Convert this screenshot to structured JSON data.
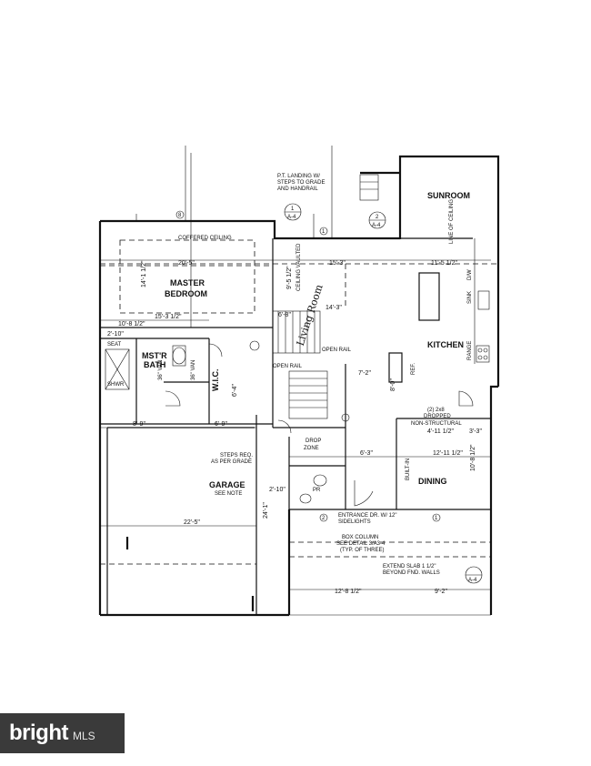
{
  "plan": {
    "rooms": {
      "sunroom": "SUNROOM",
      "master_bedroom_1": "MASTER",
      "master_bedroom_2": "BEDROOM",
      "master_bath_1": "MST'R",
      "master_bath_2": "BATH",
      "wic": "W.I.C.",
      "living_room": "Living Room",
      "kitchen": "KITCHEN",
      "garage": "GARAGE",
      "drop_zone_1": "DROP",
      "drop_zone_2": "ZONE",
      "dining": "DINING",
      "pr": "PR"
    },
    "notes": {
      "landing_1": "P.T. LANDING W/",
      "landing_2": "STEPS TO GRADE",
      "landing_3": "AND HANDRAIL",
      "coffered": "COFFERED CEILING",
      "vaulted": "CEILING VAULTED",
      "open_rail_1": "OPEN RAIL",
      "open_rail_2": "OPEN RAIL",
      "seat": "SEAT",
      "shwr": "SHWR",
      "vanity_1": "36\" VAN",
      "vanity_2": "36\" VAN",
      "ref": "REF.",
      "dw": "D/W",
      "sink": "SINK",
      "range": "RANGE",
      "dropped_1": "(2) 2x8",
      "dropped_2": "DROPPED",
      "non_structural": "NON-STRUCTURAL",
      "steps_req_1": "STEPS REQ.",
      "steps_req_2": "AS PER GRADE",
      "see_note": "SEE NOTE",
      "entrance_1": "ENTRANCE DR. W/ 12\"",
      "entrance_2": "SIDELIGHTS",
      "box_col_1": "BOX COLUMN",
      "box_col_2": "SEE DETAIL 3/A3-4",
      "box_col_3": "(TYP. OF THREE)",
      "extend_1": "EXTEND SLAB 1 1/2\"",
      "extend_2": "BEYOND FND. WALLS",
      "built_in": "BUILT-IN",
      "line_of_ceiling": "LINE OF CEILING"
    },
    "dims": {
      "d1": "20'-5\"",
      "d2": "14'-1 1/2\"",
      "d3": "15'-3 1/2\"",
      "d4": "10'-8 1/2\"",
      "d5": "2'-10\"",
      "d6": "15'-3\"",
      "d7": "11'-5 1/2\"",
      "d8": "9'-5 1/2\"",
      "d9": "14'-3\"",
      "d10": "8'-9\"",
      "d11": "6'-9\"",
      "d12": "7'-2\"",
      "d13": "4'-11 1/2\"",
      "d14": "3'-3\"",
      "d15": "6'-3\"",
      "d16": "12'-11 1/2\"",
      "d17": "10'-8 1/2\"",
      "d18": "22'-5\"",
      "d19": "24'-1\"",
      "d20": "12'-8 1/2\"",
      "d21": "9'-2\"",
      "d22": "2'-10\"",
      "d23": "6'-4\"",
      "d24": "8'-0\"",
      "d25": "6'-8\""
    },
    "markers": {
      "m1": "1",
      "m2": "2",
      "m3": "A-4",
      "m4": "A-4",
      "m5": "A-4",
      "m6": "8",
      "m7": "1",
      "m8": "2",
      "m9": "1"
    }
  },
  "watermark": {
    "brand": "bright",
    "suffix": "MLS"
  }
}
